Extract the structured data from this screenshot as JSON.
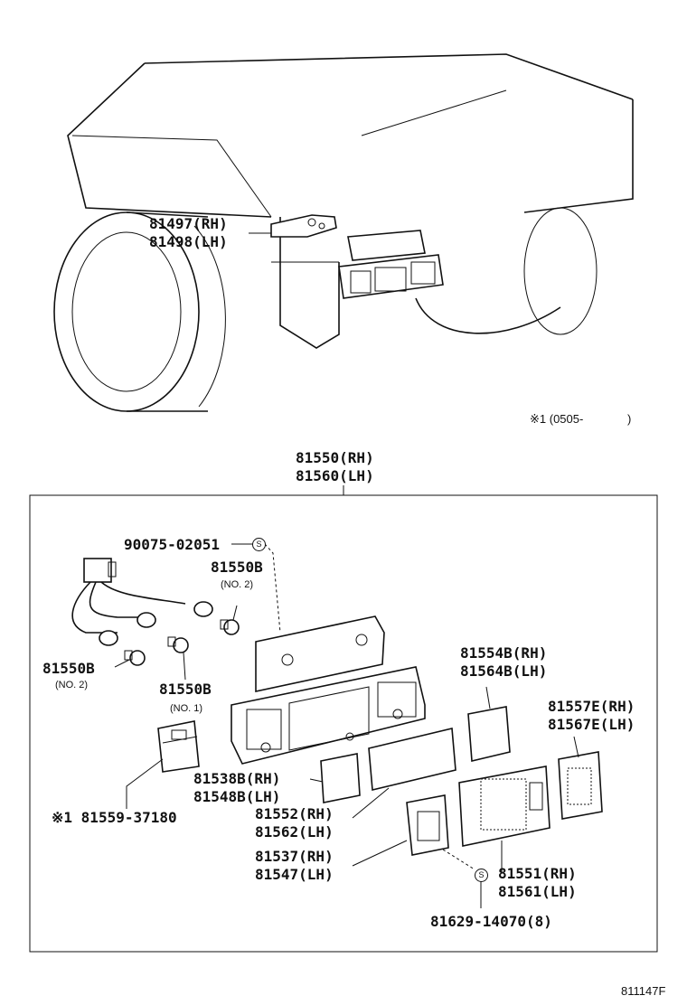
{
  "labels": {
    "bracket_rh": "81497(RH)",
    "bracket_lh": "81498(LH)",
    "note_top": "※1 (0505-",
    "note_top_close": ")",
    "assy_rh": "81550(RH)",
    "assy_lh": "81560(LH)",
    "screw": "90075-02051",
    "bulb_b_top": "81550B",
    "no2_top": "(NO. 2)",
    "bulb_b_left": "81550B",
    "no2_left": "(NO. 2)",
    "bulb_b_mid": "81550B",
    "no1_mid": "(NO. 1)",
    "gasket_554_rh": "81554B(RH)",
    "gasket_564_lh": "81564B(LH)",
    "lens_557_rh": "81557E(RH)",
    "lens_567_lh": "81567E(LH)",
    "gasket_538_rh": "81538B(RH)",
    "gasket_548_lh": "81548B(LH)",
    "clip_note": "※1 81559-37180",
    "gasket_552_rh": "81552(RH)",
    "gasket_562_lh": "81562(LH)",
    "lens_537_rh": "81537(RH)",
    "lens_547_lh": "81547(LH)",
    "lens_551_rh": "81551(RH)",
    "lens_561_lh": "81561(LH)",
    "screw_bottom": "81629-14070(8)",
    "s_symbol": "S",
    "figure_id": "811147F"
  }
}
